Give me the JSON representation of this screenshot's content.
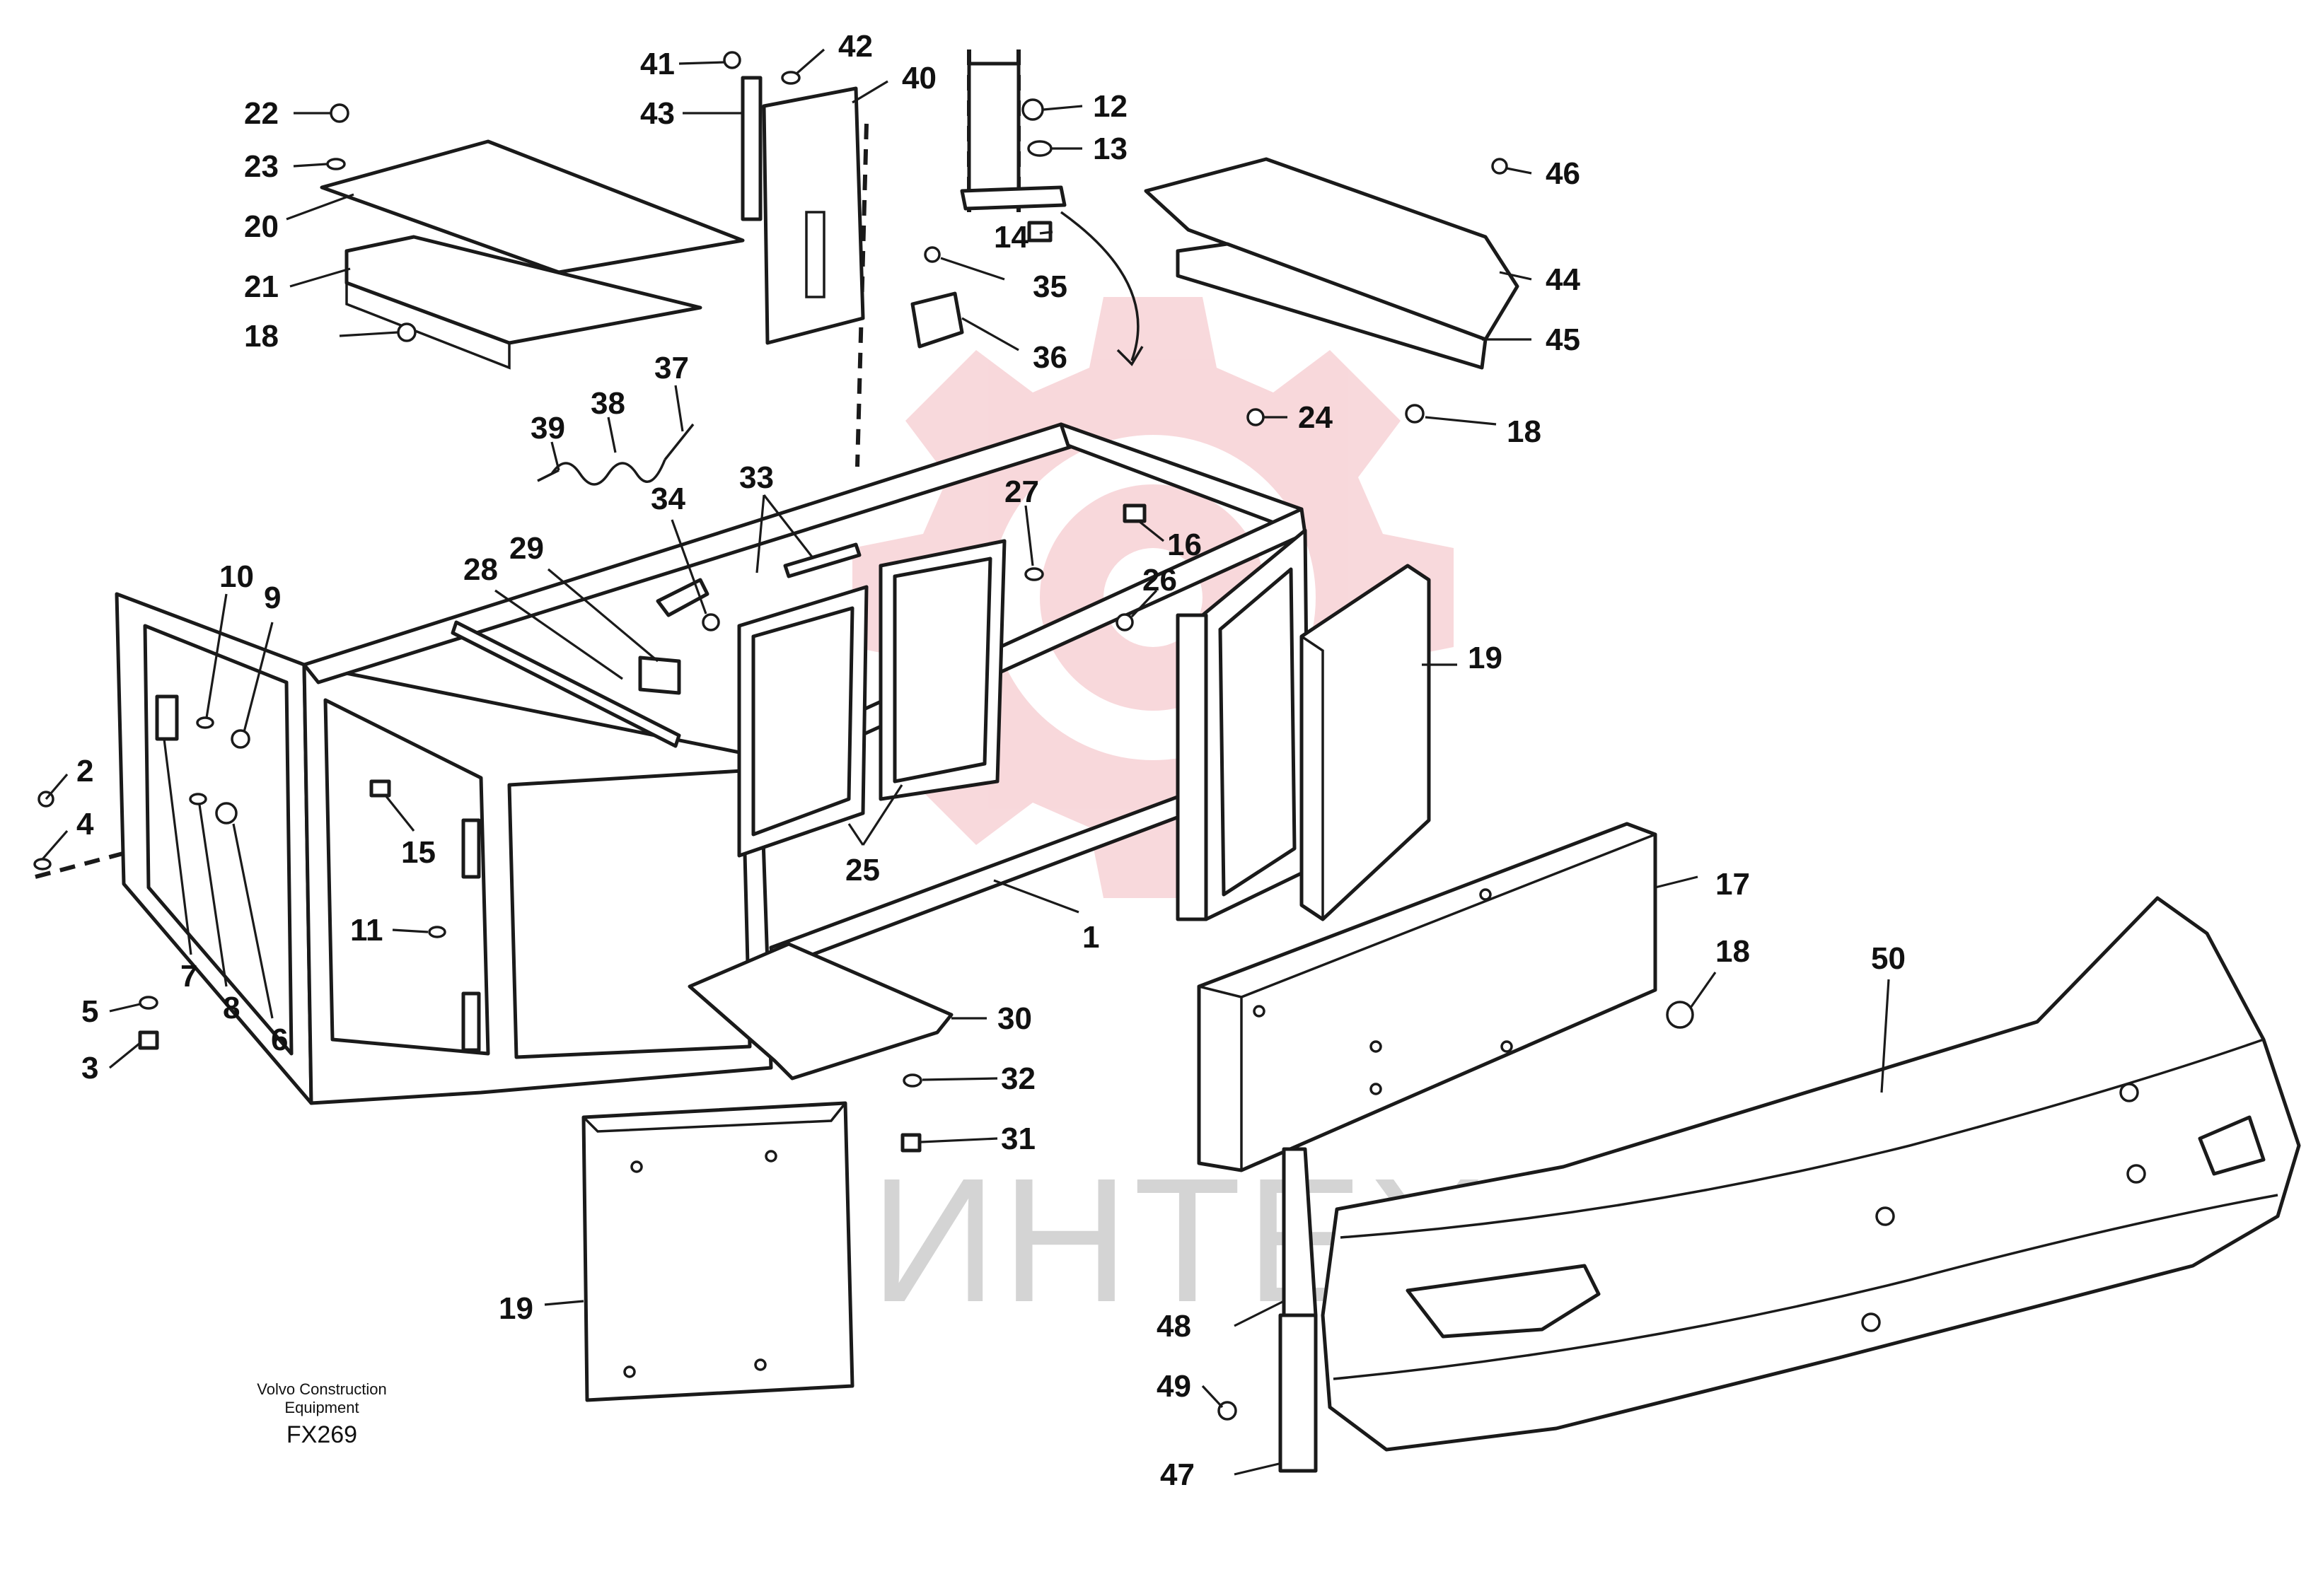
{
  "watermark": {
    "text": "ИНТЕХ",
    "color": "#f3b9bf",
    "text_color": "#d4d4d4"
  },
  "credit": {
    "line1": "Volvo Construction",
    "line2": "Equipment",
    "code": "FX269"
  },
  "callouts": [
    {
      "id": "c1",
      "text": "1"
    },
    {
      "id": "c2",
      "text": "2"
    },
    {
      "id": "c3",
      "text": "3"
    },
    {
      "id": "c4",
      "text": "4"
    },
    {
      "id": "c5",
      "text": "5"
    },
    {
      "id": "c6",
      "text": "6"
    },
    {
      "id": "c7",
      "text": "7"
    },
    {
      "id": "c8",
      "text": "8"
    },
    {
      "id": "c9",
      "text": "9"
    },
    {
      "id": "c10",
      "text": "10"
    },
    {
      "id": "c11",
      "text": "11"
    },
    {
      "id": "c12",
      "text": "12"
    },
    {
      "id": "c13",
      "text": "13"
    },
    {
      "id": "c14",
      "text": "14"
    },
    {
      "id": "c15",
      "text": "15"
    },
    {
      "id": "c16",
      "text": "16"
    },
    {
      "id": "c17",
      "text": "17"
    },
    {
      "id": "c18a",
      "text": "18"
    },
    {
      "id": "c18b",
      "text": "18"
    },
    {
      "id": "c18c",
      "text": "18"
    },
    {
      "id": "c19a",
      "text": "19"
    },
    {
      "id": "c19b",
      "text": "19"
    },
    {
      "id": "c20",
      "text": "20"
    },
    {
      "id": "c21",
      "text": "21"
    },
    {
      "id": "c22",
      "text": "22"
    },
    {
      "id": "c23",
      "text": "23"
    },
    {
      "id": "c24",
      "text": "24"
    },
    {
      "id": "c25",
      "text": "25"
    },
    {
      "id": "c26",
      "text": "26"
    },
    {
      "id": "c27",
      "text": "27"
    },
    {
      "id": "c28",
      "text": "28"
    },
    {
      "id": "c29",
      "text": "29"
    },
    {
      "id": "c30",
      "text": "30"
    },
    {
      "id": "c31",
      "text": "31"
    },
    {
      "id": "c32",
      "text": "32"
    },
    {
      "id": "c33",
      "text": "33"
    },
    {
      "id": "c34",
      "text": "34"
    },
    {
      "id": "c35",
      "text": "35"
    },
    {
      "id": "c36",
      "text": "36"
    },
    {
      "id": "c37",
      "text": "37"
    },
    {
      "id": "c38",
      "text": "38"
    },
    {
      "id": "c39",
      "text": "39"
    },
    {
      "id": "c40",
      "text": "40"
    },
    {
      "id": "c41",
      "text": "41"
    },
    {
      "id": "c42",
      "text": "42"
    },
    {
      "id": "c43",
      "text": "43"
    },
    {
      "id": "c44",
      "text": "44"
    },
    {
      "id": "c45",
      "text": "45"
    },
    {
      "id": "c46",
      "text": "46"
    },
    {
      "id": "c47",
      "text": "47"
    },
    {
      "id": "c48",
      "text": "48"
    },
    {
      "id": "c49",
      "text": "49"
    },
    {
      "id": "c50",
      "text": "50"
    }
  ]
}
